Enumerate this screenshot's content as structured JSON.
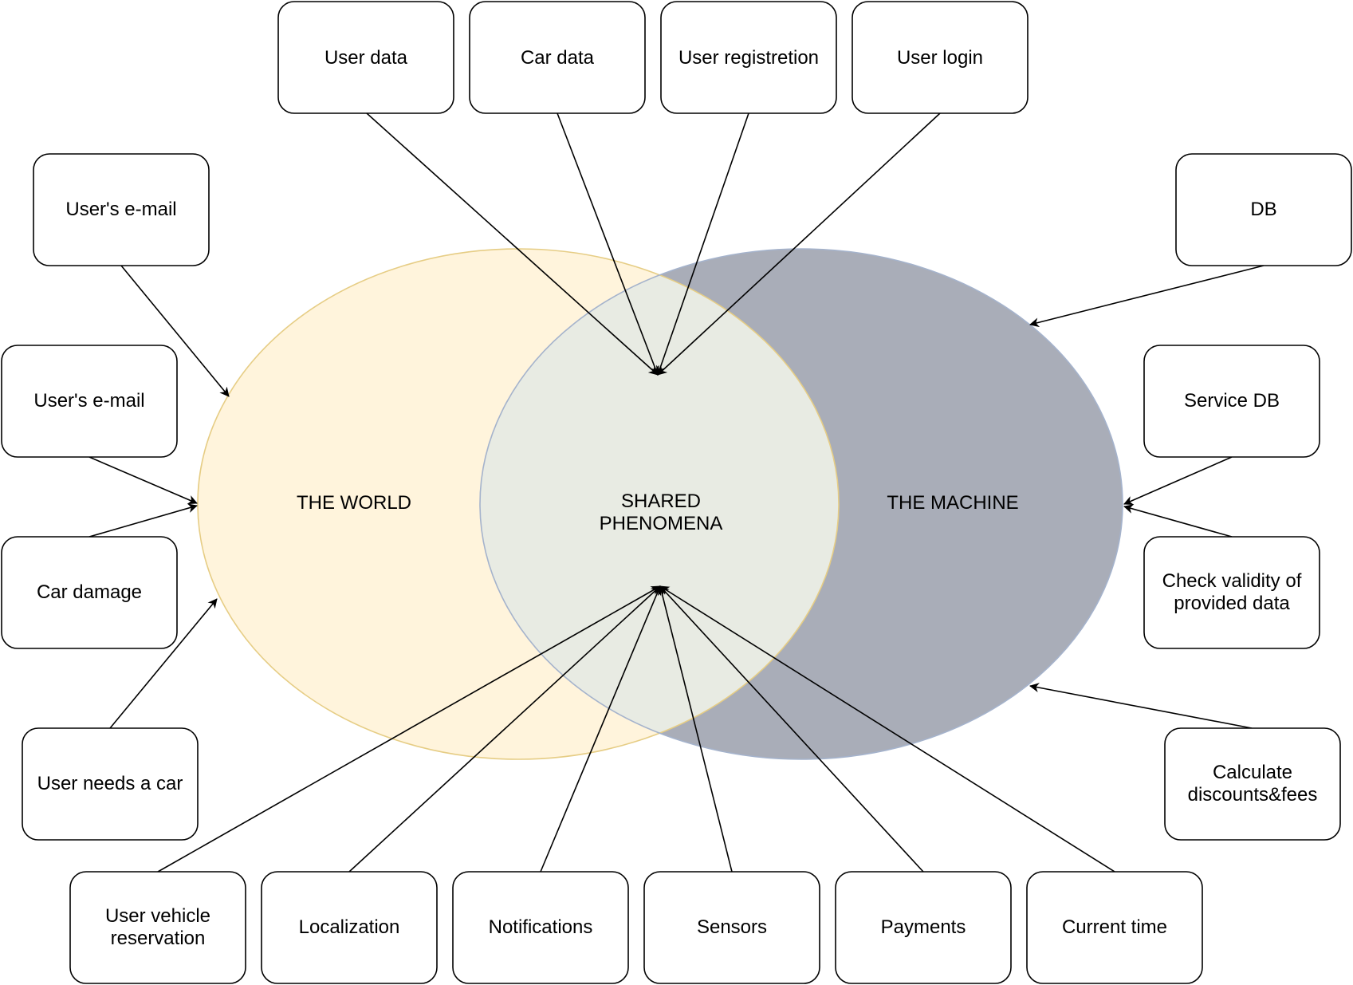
{
  "regions": {
    "world": {
      "label": "THE WORLD",
      "fill": "#fff4dc",
      "stroke": "#e6cd85"
    },
    "machine": {
      "label": "THE MACHINE",
      "fill": "#a9adb8",
      "stroke": "#a5b3cc"
    },
    "shared": {
      "label_line1": "SHARED",
      "label_line2": "PHENOMENA",
      "fill": "#e8ebe3"
    }
  },
  "boxes": {
    "user_data": "User data",
    "car_data": "Car data",
    "user_registration": "User registretion",
    "user_login": "User login",
    "users_email_top": "User's e-mail",
    "users_email_mid": "User's e-mail",
    "car_damage": "Car damage",
    "user_needs_car": "User needs a car",
    "db": "DB",
    "service_db": "Service DB",
    "check_validity_line1": "Check validity of",
    "check_validity_line2": "provided data",
    "calc_line1": "Calculate",
    "calc_line2": "discounts&fees",
    "reservation_line1": "User vehicle",
    "reservation_line2": "reservation",
    "localization": "Localization",
    "notifications": "Notifications",
    "sensors": "Sensors",
    "payments": "Payments",
    "current_time": "Current time"
  }
}
